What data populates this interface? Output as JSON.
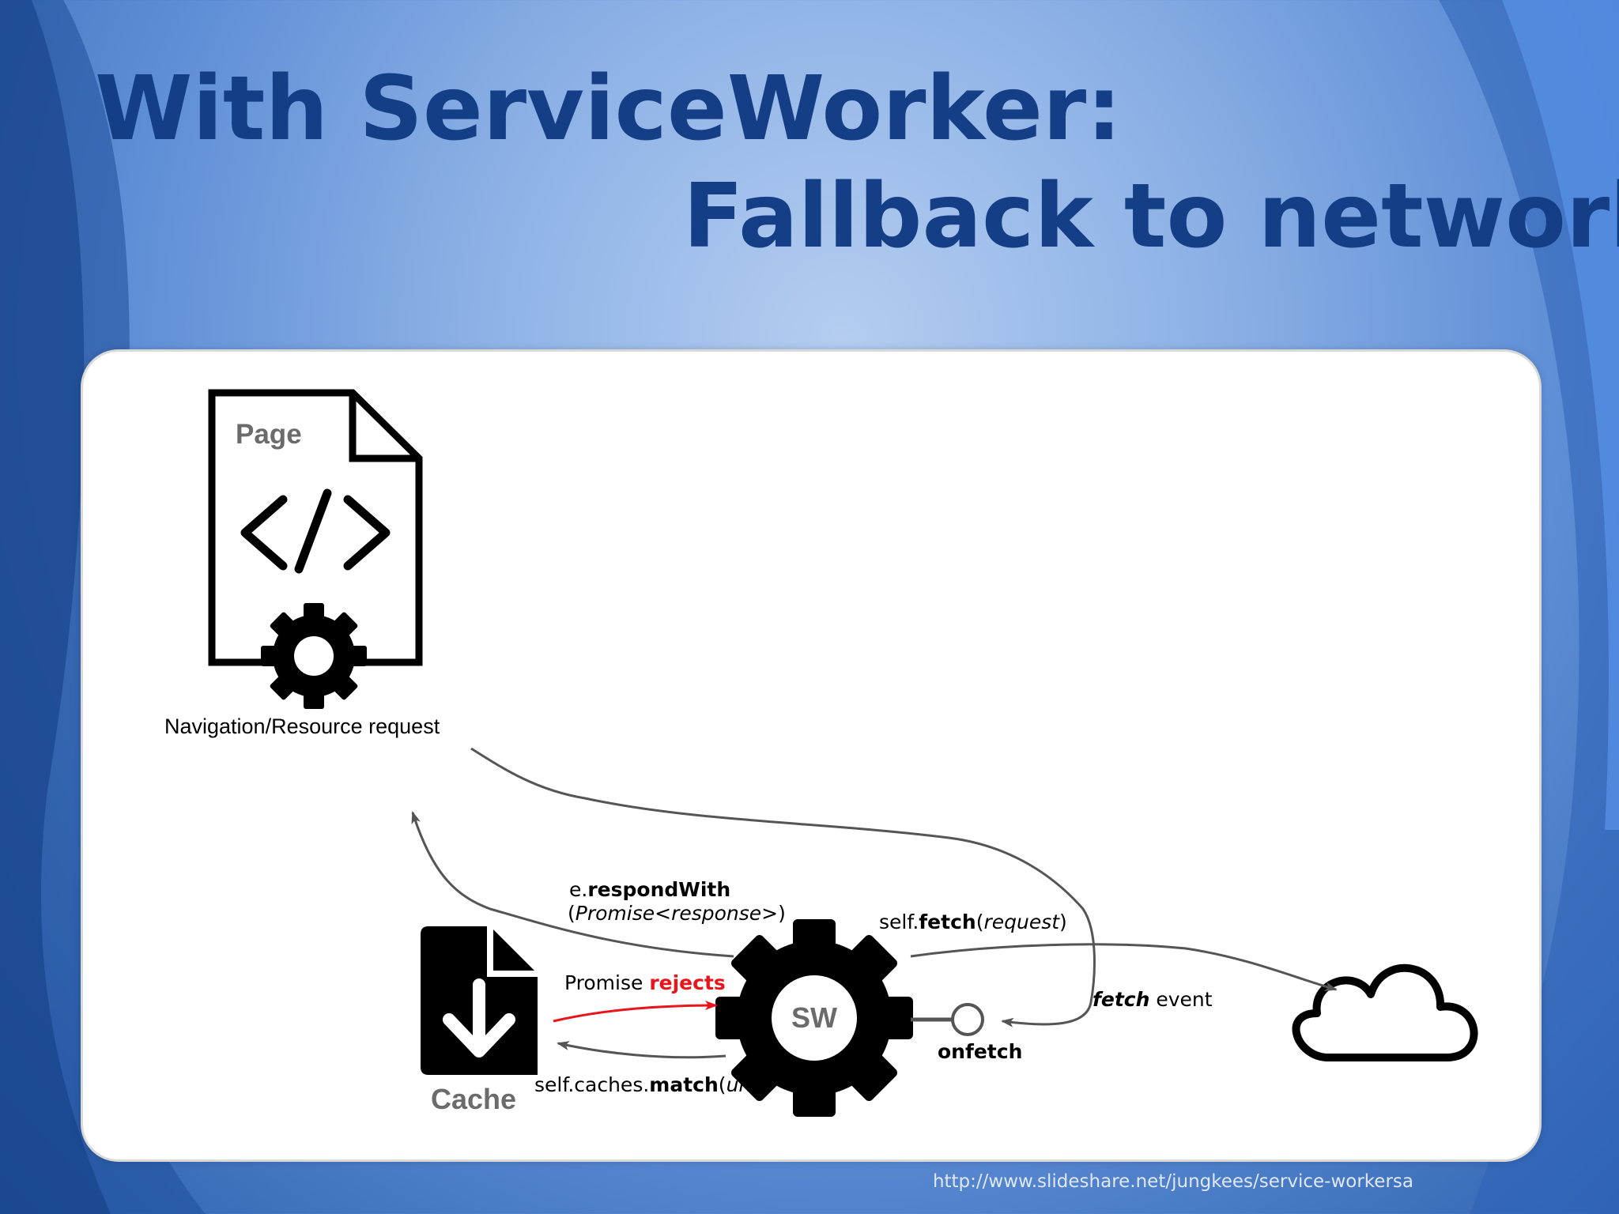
{
  "slide": {
    "title_line1": "With ServiceWorker:",
    "title_line2": "Fallback to network",
    "source_url": "http://www.slideshare.net/jungkees/service-workersa"
  },
  "diagram": {
    "page_label": "Page",
    "page_caption": "Navigation/Resource request",
    "cache_label": "Cache",
    "sw_label": "SW",
    "onfetch_label": "onfetch",
    "respond_with": {
      "prefix": "e.",
      "method": "respondWith",
      "arg_open": "(",
      "arg": "Promise<response>",
      "arg_close": ")"
    },
    "promise_rejects": {
      "prefix": "Promise ",
      "keyword": "rejects"
    },
    "cache_match": {
      "prefix": "self.caches.",
      "method": "match",
      "arg_open": "(",
      "arg": "url",
      "arg_close": ")"
    },
    "self_fetch": {
      "prefix": "self.",
      "method": "fetch",
      "arg_open": "(",
      "arg": "request",
      "arg_close": ")"
    },
    "fetch_event": {
      "keyword": "fetch",
      "suffix": " event"
    }
  },
  "colors": {
    "title": "#143f86",
    "arrow": "#555555",
    "reject": "#e8161b"
  },
  "icons": [
    "code-file-icon",
    "gear-icon",
    "download-file-icon",
    "cloud-icon"
  ]
}
